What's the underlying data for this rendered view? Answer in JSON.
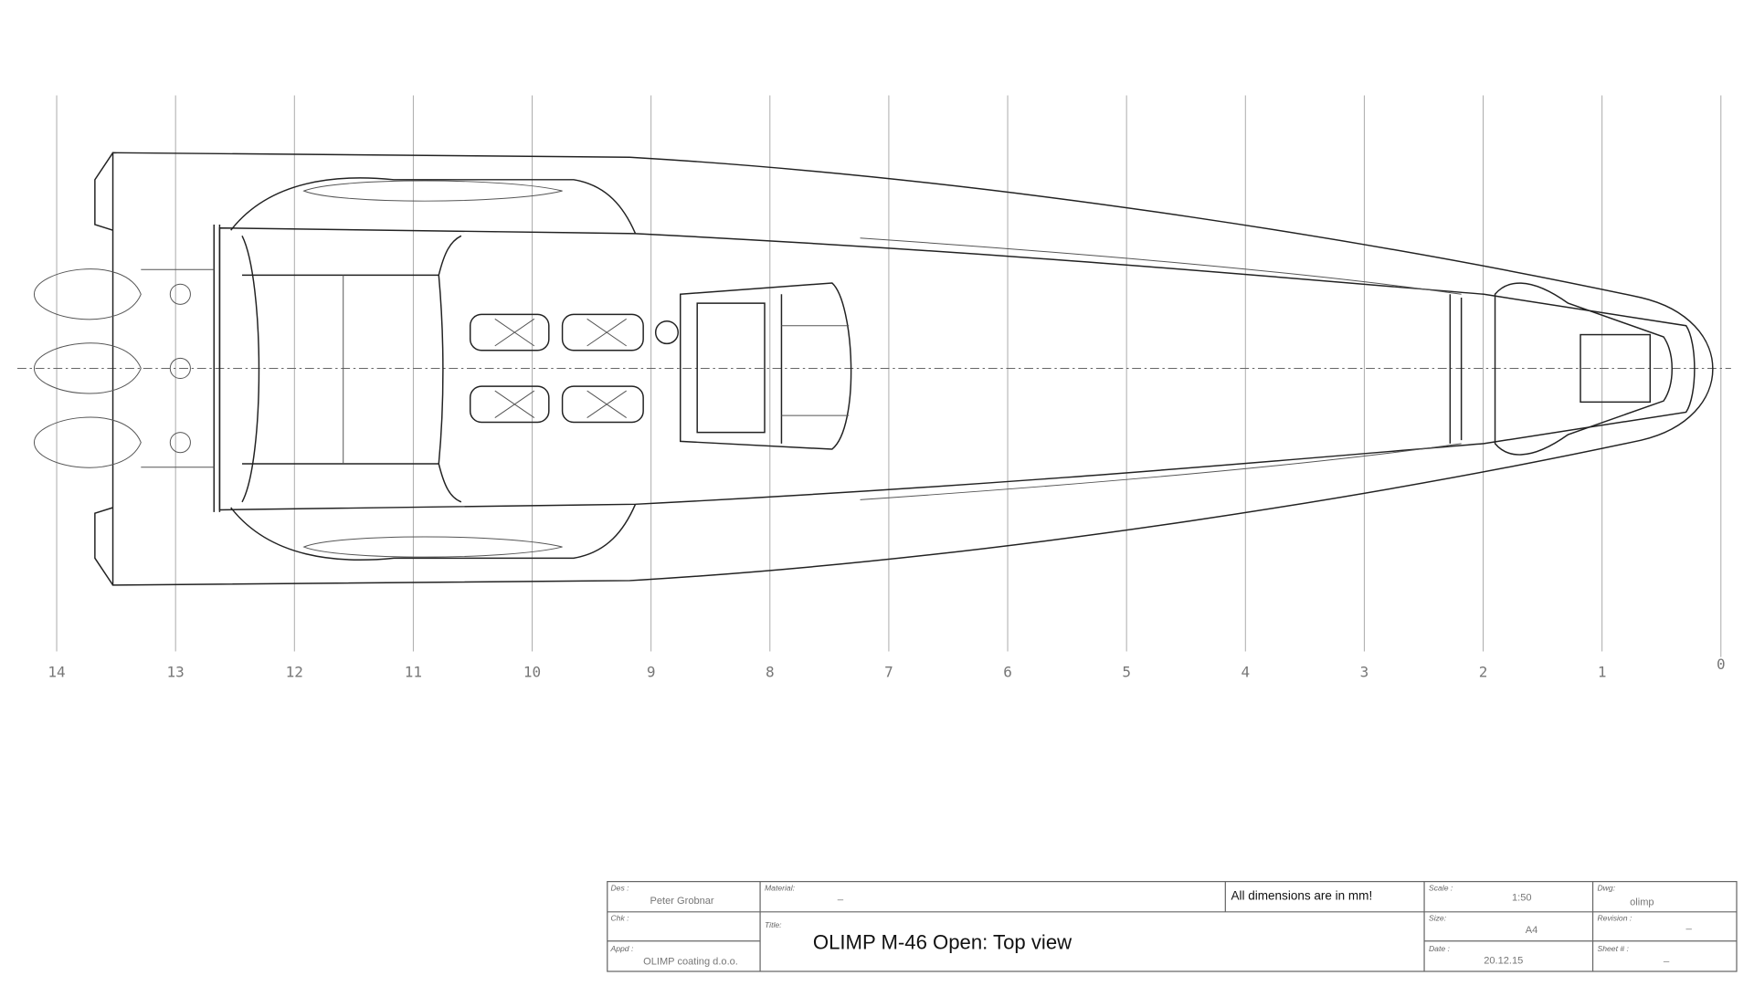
{
  "drawing": {
    "stations": [
      "14",
      "13",
      "12",
      "11",
      "10",
      "9",
      "8",
      "7",
      "6",
      "5",
      "4",
      "3",
      "2",
      "1",
      "0"
    ]
  },
  "title_block": {
    "designer_label": "Des :",
    "designer": "Peter Grobnar",
    "material_label": "Material:",
    "material": "_",
    "dimensions_note": "All dimensions are in mm!",
    "scale_label": "Scale :",
    "scale": "1:50",
    "drawing_label": "Dwg:",
    "drawing": "olimp",
    "checked_label": "Chk :",
    "title_label": "Title:",
    "title": "OLIMP M-46 Open: Top view",
    "size_label": "Size:",
    "size": "A4",
    "revision_label": "Revision :",
    "revision": "_",
    "approved_label": "Appd :",
    "approved": "OLIMP coating d.o.o.",
    "date_label": "Date :",
    "date": "20.12.15",
    "sheet_label": "Sheet # :",
    "sheet": "_"
  }
}
